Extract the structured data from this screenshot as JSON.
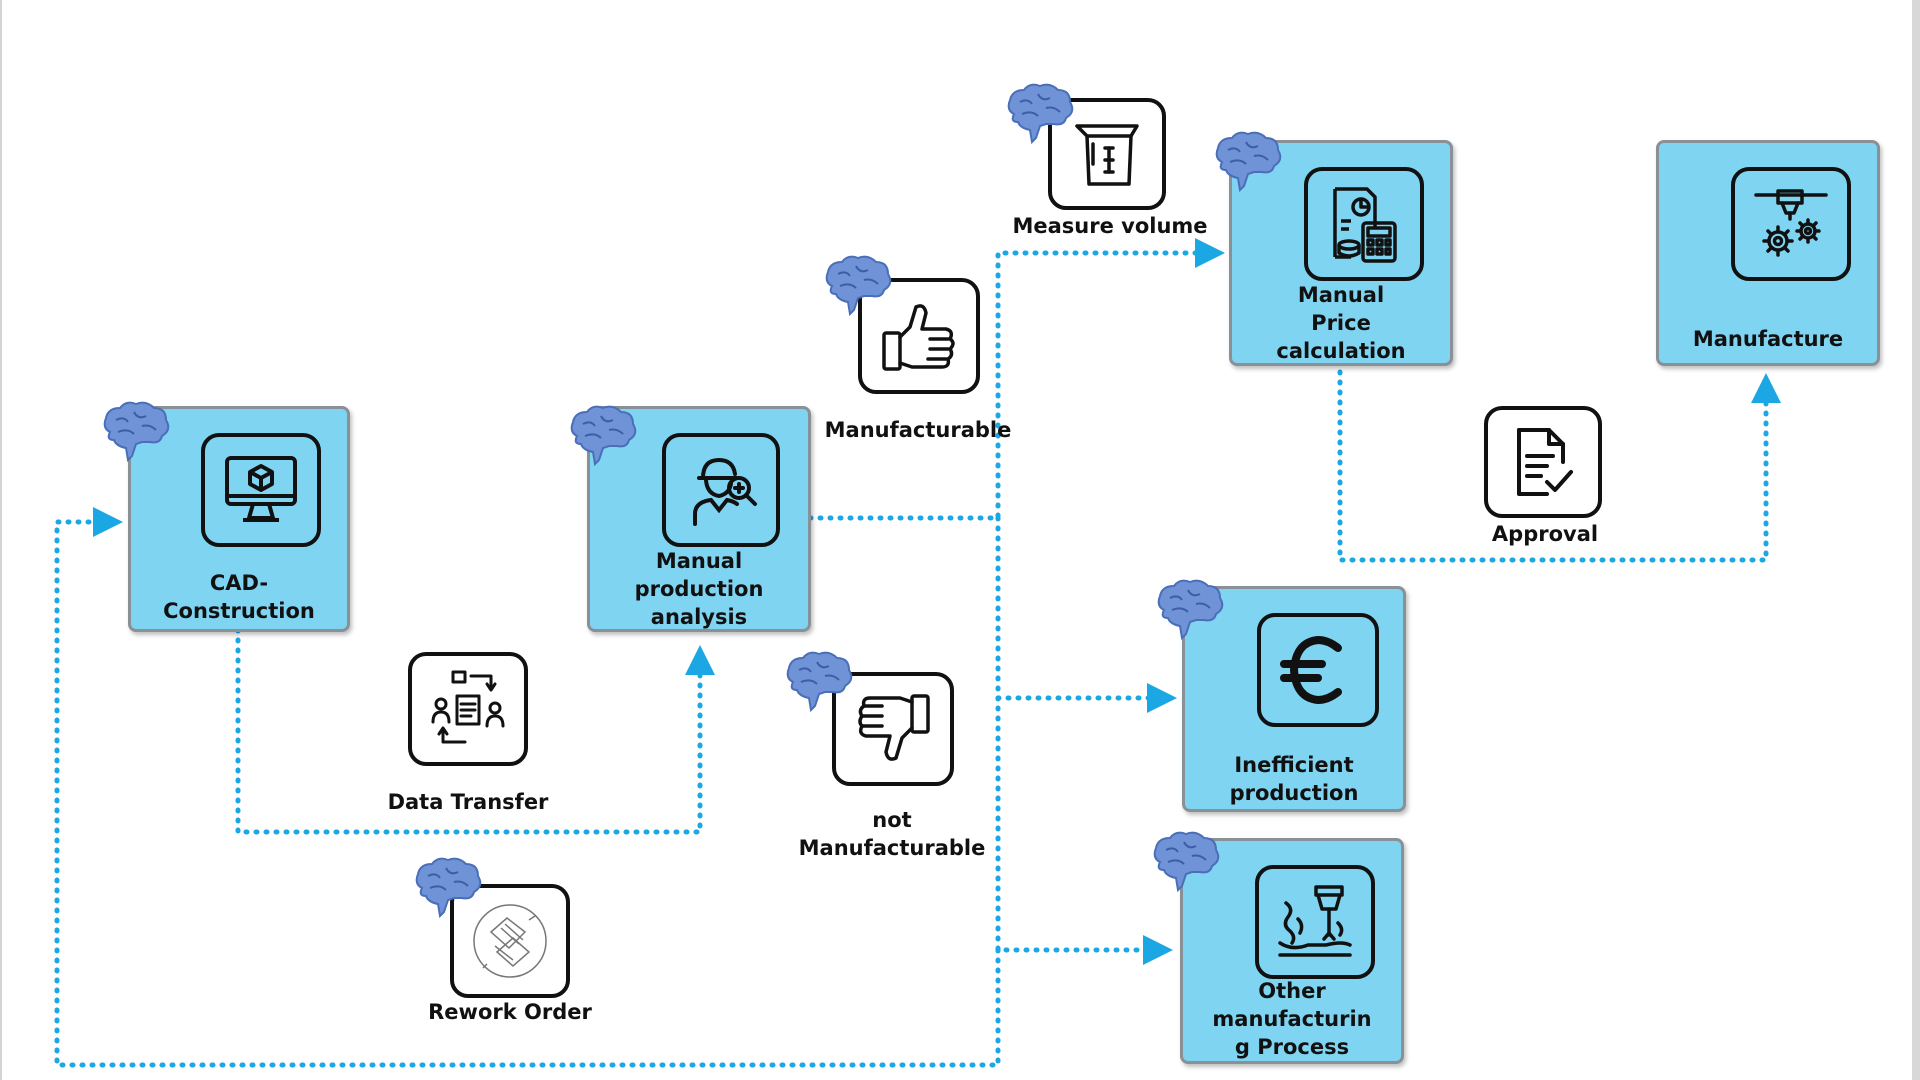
{
  "colors": {
    "box_fill": "#7fd4f2",
    "box_border": "#8a9196",
    "connector": "#1ba7e3",
    "brain": "#5b7fc8",
    "icon_stroke": "#111111"
  },
  "boxes": {
    "cad": {
      "label": "CAD-\nConstruction",
      "icon": "monitor-cube-icon"
    },
    "analysis": {
      "label": "Manual\nproduction\nanalysis",
      "icon": "engineer-search-icon"
    },
    "price": {
      "label": "Manual\nPrice\ncalculation",
      "icon": "calculator-report-icon"
    },
    "manufacture": {
      "label": "Manufacture",
      "icon": "3d-printer-gears-icon"
    },
    "inefficient": {
      "label": "Inefficient\nproduction",
      "icon": "euro-icon"
    },
    "other": {
      "label": "Other\nmanufacturin\ng Process",
      "icon": "cnc-milling-icon"
    }
  },
  "floating": {
    "data_transfer": {
      "label": "Data Transfer",
      "icon": "data-exchange-icon"
    },
    "measure_volume": {
      "label": "Measure volume",
      "icon": "measuring-cup-icon"
    },
    "manufacturable": {
      "label": "Manufacturable",
      "icon": "thumbs-up-icon"
    },
    "not_manufacturable": {
      "label": "not\nManufacturable",
      "icon": "thumbs-down-icon"
    },
    "approval": {
      "label": "Approval",
      "icon": "document-check-icon"
    },
    "rework": {
      "label": "Rework Order",
      "icon": "rework-cycle-icon"
    }
  },
  "ai_marker_icon": "brain-icon"
}
